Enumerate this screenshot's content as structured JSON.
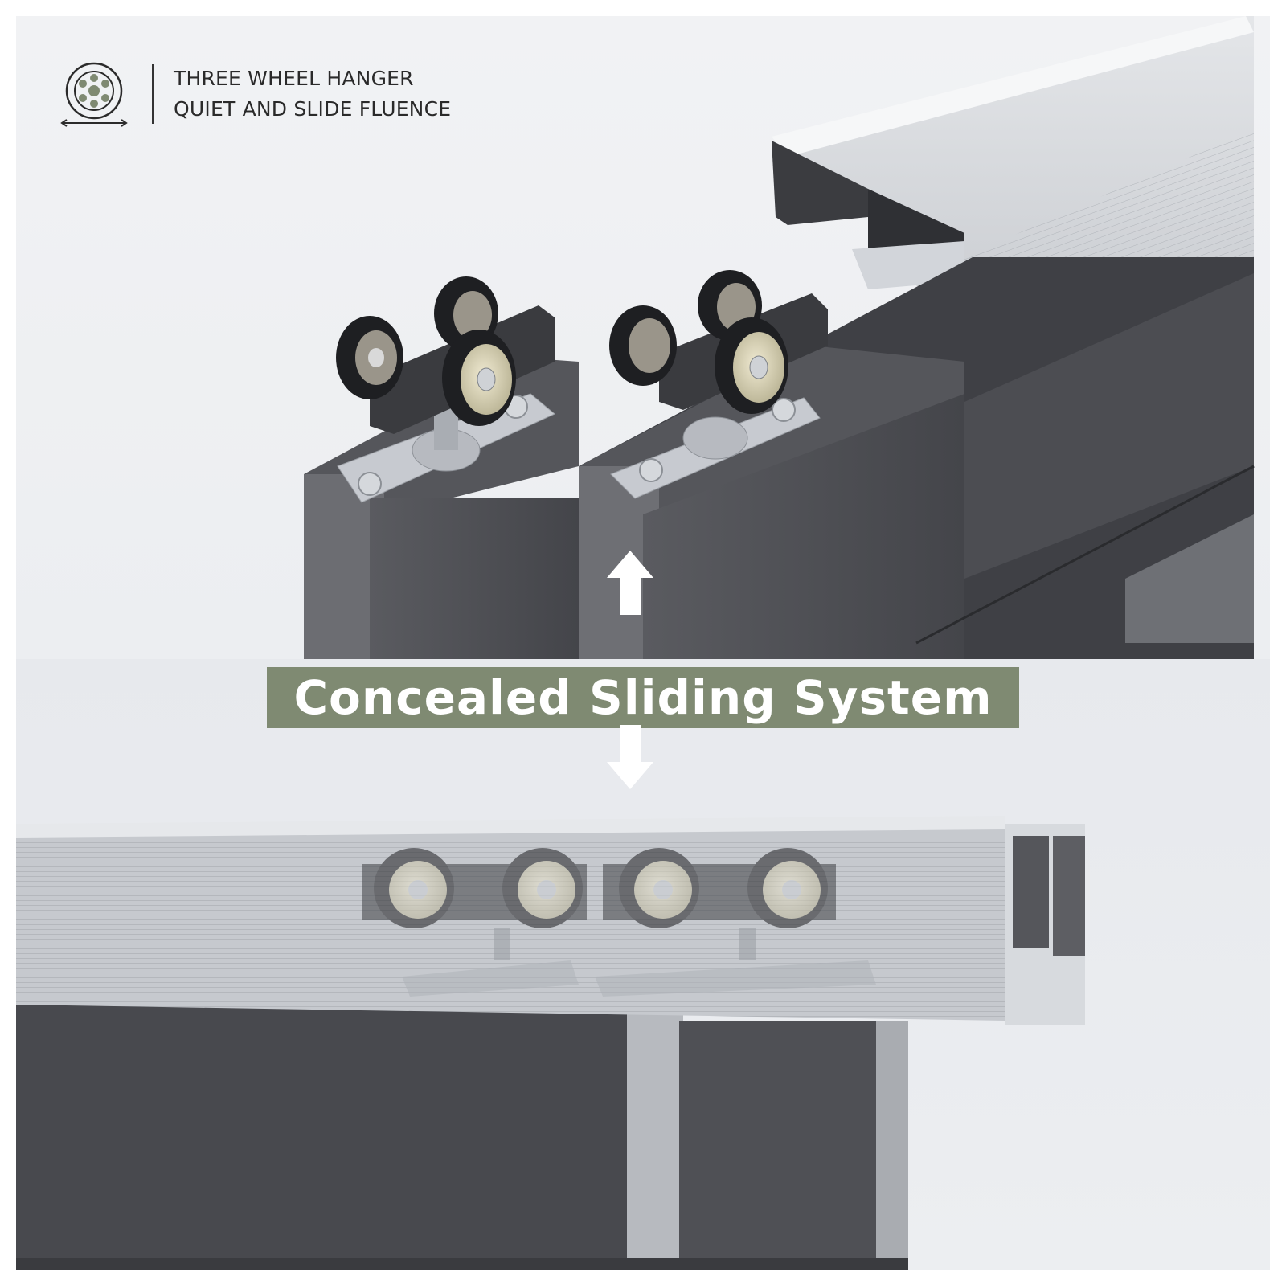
{
  "feature": {
    "icon": "bearing-wheel-icon",
    "line1": "THREE WHEEL HANGER",
    "line2": "QUIET AND SLIDE FLUENCE"
  },
  "banner": {
    "title": "Concealed Sliding System",
    "color": "#7f8a72"
  },
  "arrows": {
    "up": "arrow-up-icon",
    "down": "arrow-down-icon"
  },
  "colors": {
    "door_panel": "#4a4b50",
    "aluminum_track": "#c9ccd1",
    "wheel": "#1e1f22",
    "bearing": "#d8d2b8"
  }
}
